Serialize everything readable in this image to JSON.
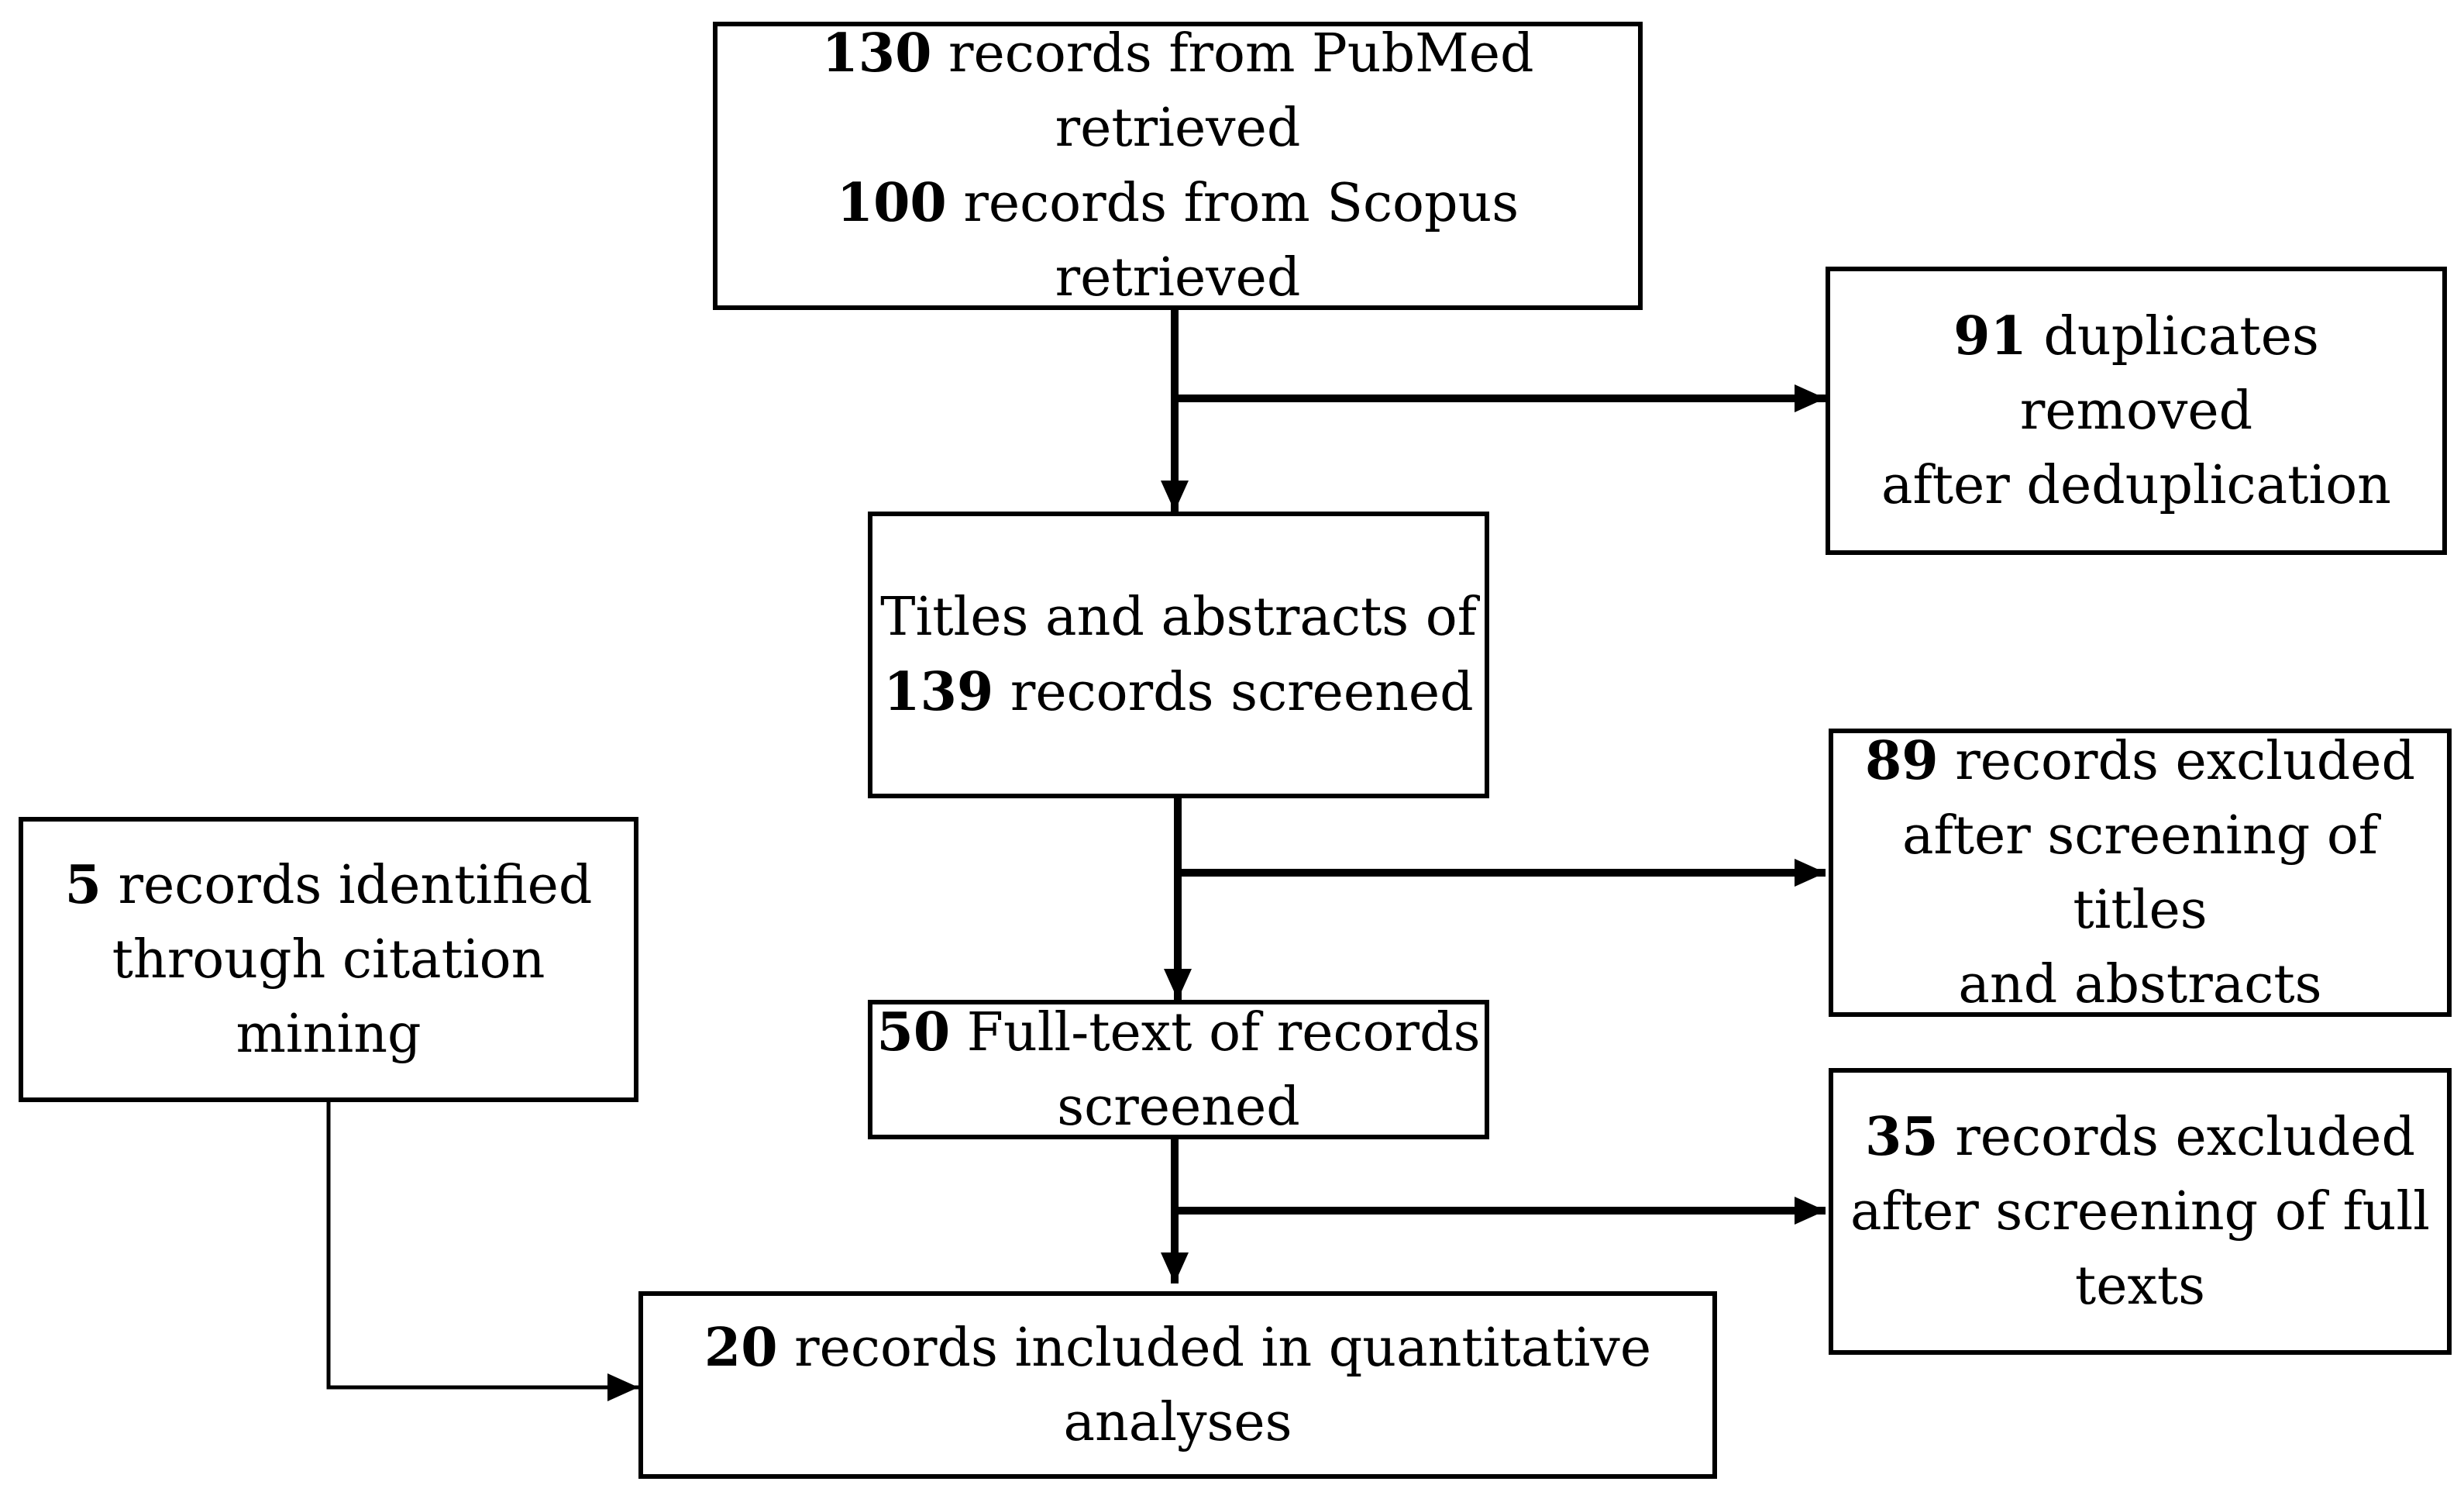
{
  "boxes": {
    "retrieved": {
      "line1_num": "130",
      "line1_text": " records from PubMed retrieved",
      "line2_num": "100",
      "line2_text": " records from Scopus retrieved"
    },
    "duplicates": {
      "num": "91",
      "text_a": " duplicates removed",
      "text_b": "after deduplication"
    },
    "title_abstract": {
      "text_a": "Titles and abstracts of",
      "num": "139",
      "text_b": " records screened"
    },
    "excluded_ta": {
      "num": "89",
      "text_a": " records excluded",
      "text_b": "after screening of  titles",
      "text_c": "and abstracts"
    },
    "citation": {
      "num": "5",
      "text_a": " records identified",
      "text_b": "through citation",
      "text_c": "mining"
    },
    "fulltext": {
      "num": "50",
      "text_a": " Full-text of  records",
      "text_b": "screened"
    },
    "excluded_ft": {
      "num": "35",
      "text_a": " records excluded",
      "text_b": "after screening of  full",
      "text_c": "texts"
    },
    "included": {
      "num": "20",
      "text_a": " records included in quantitative",
      "text_b": "analyses"
    }
  }
}
